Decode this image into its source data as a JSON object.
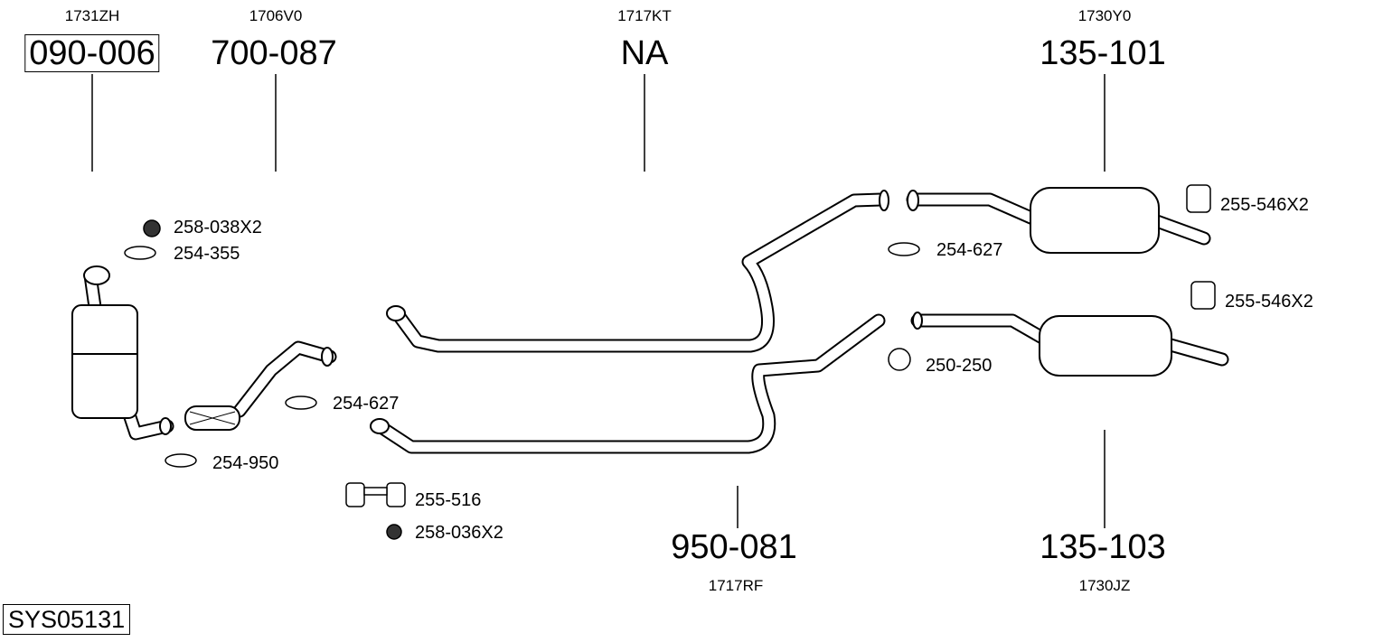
{
  "diagram_id": "SYS05131",
  "top_parts": [
    {
      "code": "1731ZH",
      "number": "090-006",
      "boxed": true
    },
    {
      "code": "1706V0",
      "number": "700-087"
    },
    {
      "code": "1717KT",
      "number": "NA"
    },
    {
      "code": "1730Y0",
      "number": "135-101"
    }
  ],
  "bottom_parts": [
    {
      "code": "1717RF",
      "number": "950-081"
    },
    {
      "code": "1730JZ",
      "number": "135-103"
    }
  ],
  "accessories": [
    {
      "label": "258-038X2",
      "icon": "nut-icon"
    },
    {
      "label": "254-355",
      "icon": "clamp-icon"
    },
    {
      "label": "254-627",
      "icon": "clamp-icon"
    },
    {
      "label": "254-950",
      "icon": "clamp-icon"
    },
    {
      "label": "255-516",
      "icon": "rubber-hanger-bracket-icon"
    },
    {
      "label": "258-036X2",
      "icon": "nut-icon"
    },
    {
      "label": "254-627",
      "icon": "clamp-icon"
    },
    {
      "label": "250-250",
      "icon": "ring-clamp-icon"
    },
    {
      "label": "255-546X2",
      "icon": "rubber-hanger-icon"
    },
    {
      "label": "255-546X2",
      "icon": "rubber-hanger-icon"
    }
  ]
}
